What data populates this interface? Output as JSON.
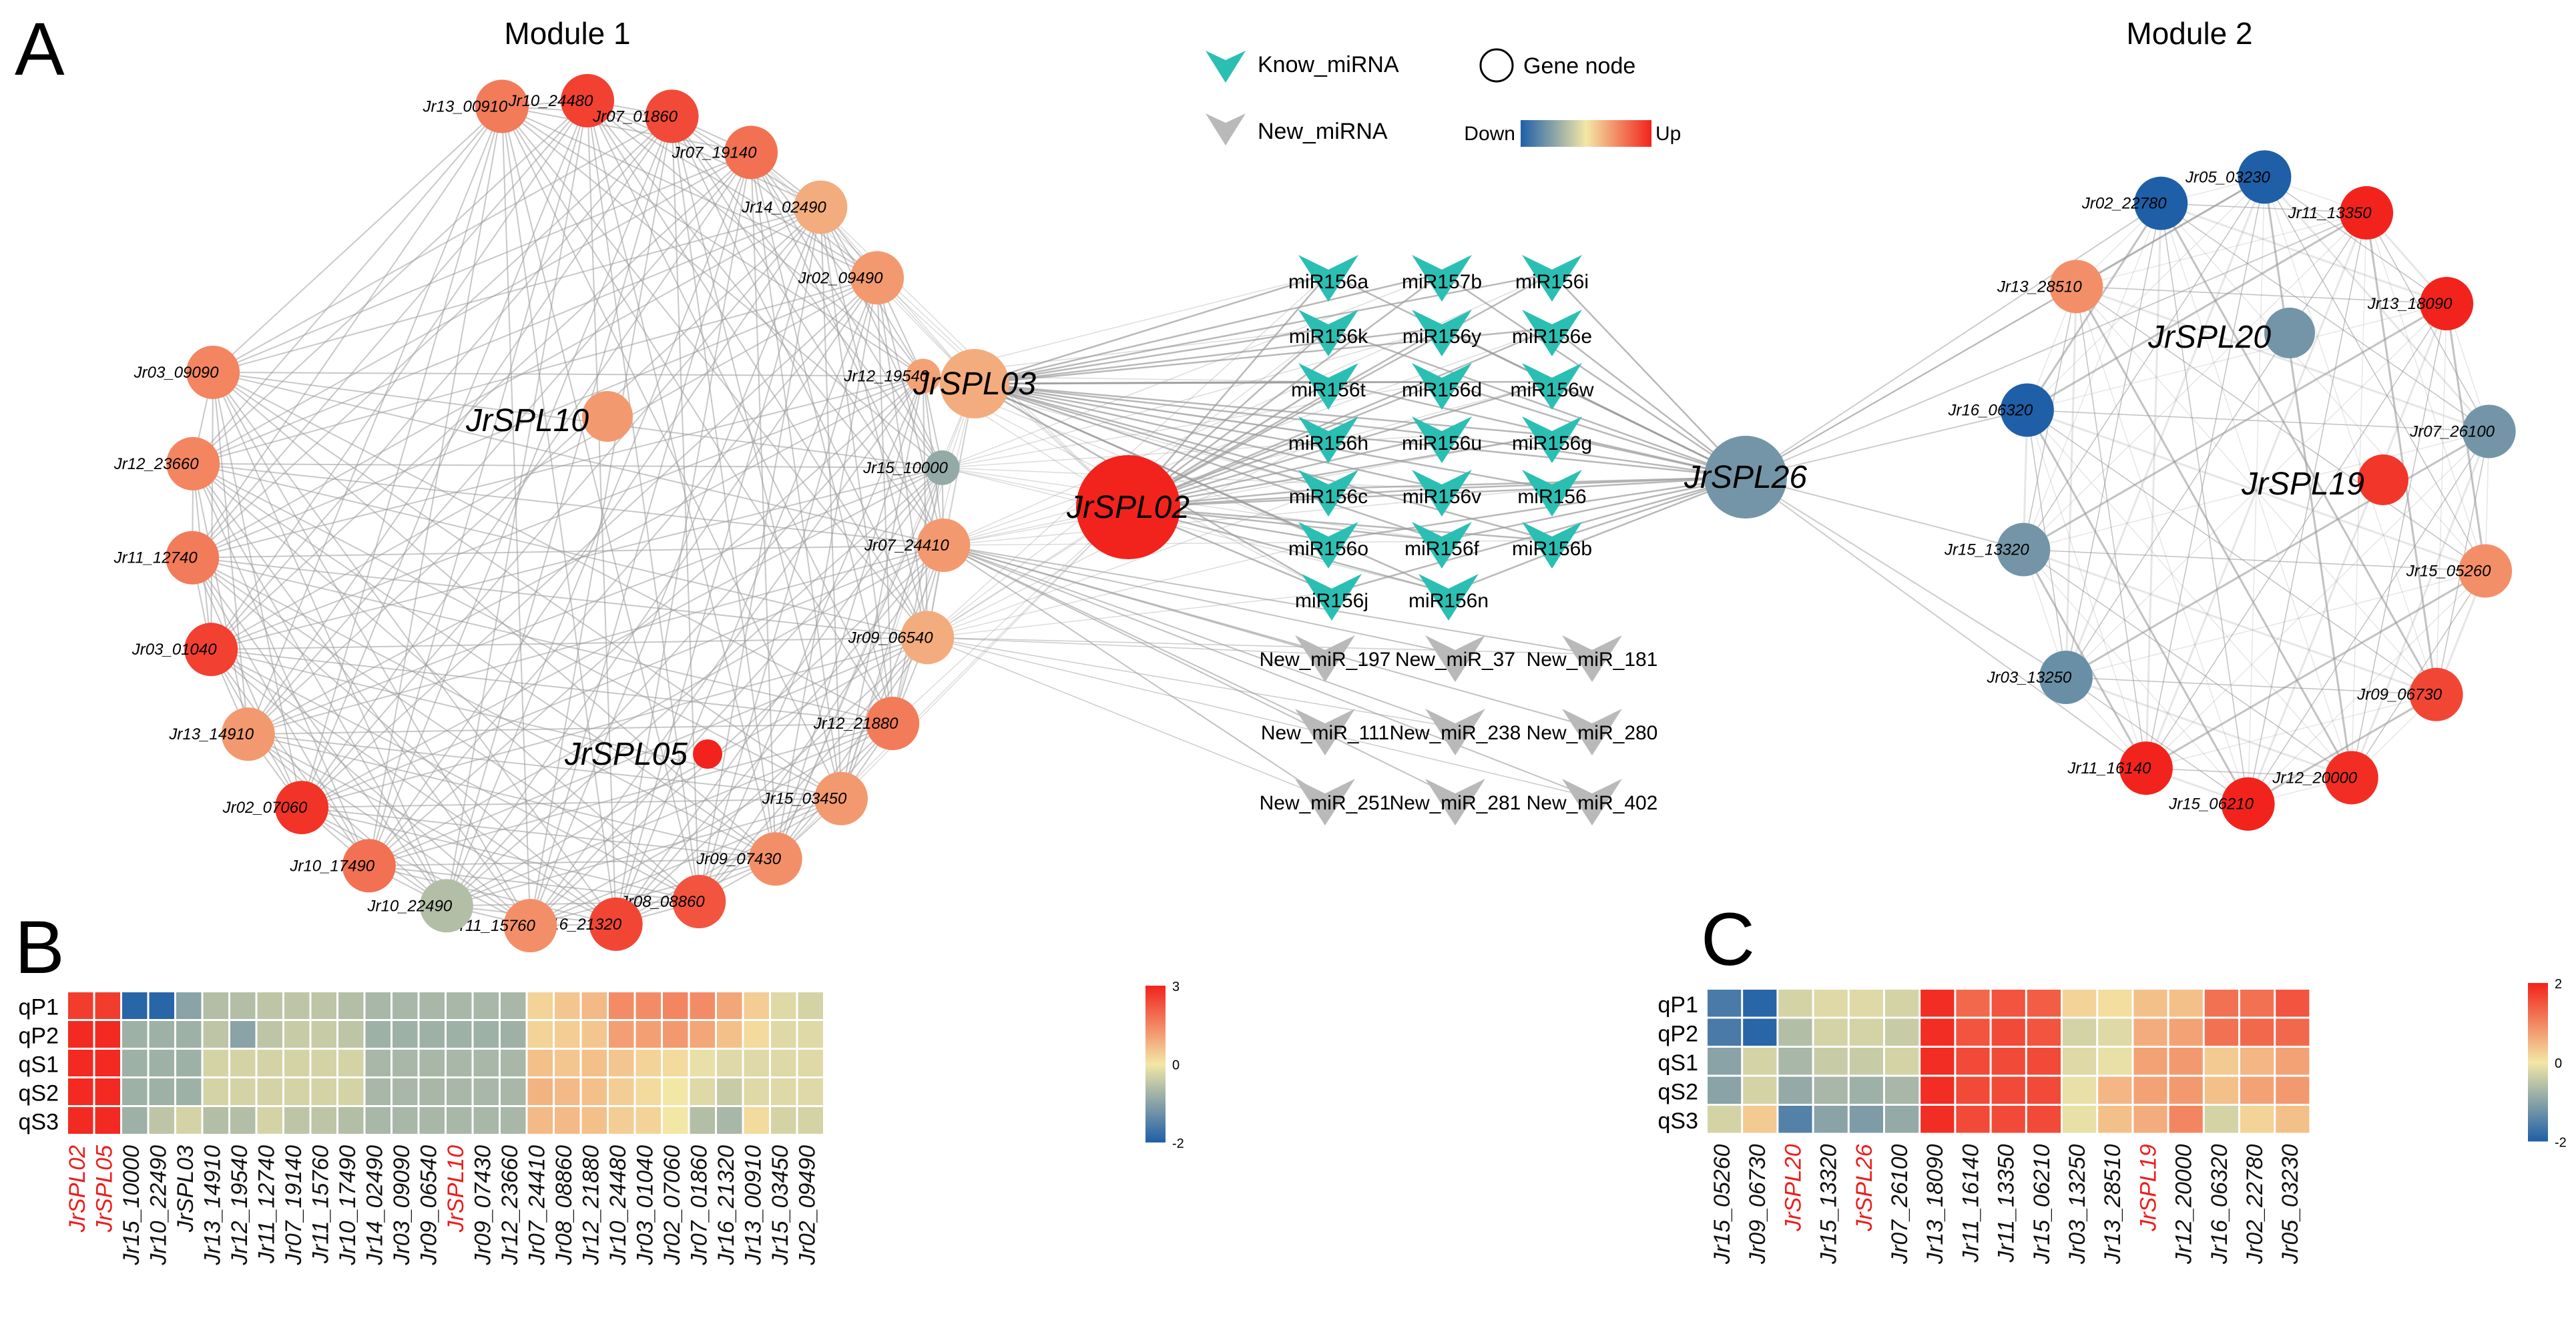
{
  "panels": {
    "a": "A",
    "b": "B",
    "c": "C"
  },
  "modules": {
    "m1": "Module 1",
    "m2": "Module 2"
  },
  "legend": {
    "known": "Know_miRNA",
    "new": "New_miRNA",
    "gene": "Gene node",
    "down": "Down",
    "up": "Up"
  },
  "colors": {
    "known": "#2bbfb3",
    "new": "#b9b9b9",
    "edge": "#9a9a9a",
    "down": "#1e5fa8",
    "mid": "#f3e7a6",
    "up": "#f2231c",
    "highlight": "#ee1c1c"
  },
  "module1_nodes": [
    {
      "id": "Jr13_00910",
      "v": 0.55
    },
    {
      "id": "Jr10_24480",
      "v": 0.85
    },
    {
      "id": "Jr07_01860",
      "v": 0.8
    },
    {
      "id": "Jr07_19140",
      "v": 0.6
    },
    {
      "id": "Jr14_02490",
      "v": 0.3
    },
    {
      "id": "Jr02_09490",
      "v": 0.4
    },
    {
      "id": "Jr12_19540",
      "v": 0.35
    },
    {
      "id": "Jr15_10000",
      "v": -0.45
    },
    {
      "id": "Jr07_24410",
      "v": 0.4
    },
    {
      "id": "Jr09_06540",
      "v": 0.3
    },
    {
      "id": "Jr12_21880",
      "v": 0.55
    },
    {
      "id": "Jr15_03450",
      "v": 0.4
    },
    {
      "id": "Jr09_07430",
      "v": 0.45
    },
    {
      "id": "Jr08_08860",
      "v": 0.75
    },
    {
      "id": "Jr16_21320",
      "v": 0.82
    },
    {
      "id": "Jr11_15760",
      "v": 0.45
    },
    {
      "id": "Jr10_22490",
      "v": -0.3
    },
    {
      "id": "Jr10_17490",
      "v": 0.6
    },
    {
      "id": "Jr02_07060",
      "v": 0.92
    },
    {
      "id": "Jr13_14910",
      "v": 0.4
    },
    {
      "id": "Jr03_01040",
      "v": 0.85
    },
    {
      "id": "Jr11_12740",
      "v": 0.55
    },
    {
      "id": "Jr12_23660",
      "v": 0.5
    },
    {
      "id": "Jr03_09090",
      "v": 0.5
    }
  ],
  "module1_spl": [
    {
      "pre": "Jr",
      "name": "SPL10",
      "v": 0.4
    },
    {
      "pre": "Jr",
      "name": "SPL05",
      "v": 1.0
    },
    {
      "pre": "Jr",
      "name": "SPL03",
      "v": 0.3
    },
    {
      "pre": "Jr",
      "name": "SPL02",
      "v": 1.0
    }
  ],
  "module2_nodes": [
    {
      "id": "Jr05_03230",
      "v": -1.0
    },
    {
      "id": "Jr11_13350",
      "v": 1.0
    },
    {
      "id": "Jr13_18090",
      "v": 1.0
    },
    {
      "id": "Jr07_26100",
      "v": -0.6
    },
    {
      "id": "Jr15_05260",
      "v": 0.45
    },
    {
      "id": "Jr09_06730",
      "v": 0.82
    },
    {
      "id": "Jr12_20000",
      "v": 0.95
    },
    {
      "id": "Jr15_06210",
      "v": 1.0
    },
    {
      "id": "Jr11_16140",
      "v": 1.0
    },
    {
      "id": "Jr03_13250",
      "v": -0.65
    },
    {
      "id": "Jr15_13320",
      "v": -0.6
    },
    {
      "id": "Jr16_06320",
      "v": -1.0
    },
    {
      "id": "Jr13_28510",
      "v": 0.45
    },
    {
      "id": "Jr02_22780",
      "v": -1.0
    }
  ],
  "module2_spl": [
    {
      "pre": "Jr",
      "name": "SPL20",
      "v": -0.6
    },
    {
      "pre": "Jr",
      "name": "SPL19",
      "v": 0.9
    },
    {
      "pre": "Jr",
      "name": "SPL26",
      "v": -0.6
    }
  ],
  "known_mirnas": [
    [
      "miR156a",
      "miR157b",
      "miR156i"
    ],
    [
      "miR156k",
      "miR156y",
      "miR156e"
    ],
    [
      "miR156t",
      "miR156d",
      "miR156w"
    ],
    [
      "miR156h",
      "miR156u",
      "miR156g"
    ],
    [
      "miR156c",
      "miR156v",
      "miR156"
    ],
    [
      "miR156o",
      "miR156f",
      "miR156b"
    ],
    [
      "miR156j",
      "miR156n"
    ]
  ],
  "new_mirnas": [
    [
      "New_miR_197",
      "New_miR_37",
      "New_miR_181"
    ],
    [
      "New_miR_111",
      "New_miR_238",
      "New_miR_280"
    ],
    [
      "New_miR_251",
      "New_miR_281",
      "New_miR_402"
    ]
  ],
  "heatmap_b": {
    "rows": [
      "qP1",
      "qP2",
      "qS1",
      "qS2",
      "qS3"
    ],
    "scale": {
      "max": "3",
      "mid": "0",
      "min": "-2"
    },
    "cols": [
      {
        "id": "JrSPL02",
        "hl": true
      },
      {
        "id": "JrSPL05",
        "hl": true
      },
      {
        "id": "Jr15_10000",
        "hl": false
      },
      {
        "id": "Jr10_22490",
        "hl": false
      },
      {
        "id": "JrSPL03",
        "hl": false
      },
      {
        "id": "Jr13_14910",
        "hl": false
      },
      {
        "id": "Jr12_19540",
        "hl": false
      },
      {
        "id": "Jr11_12740",
        "hl": false
      },
      {
        "id": "Jr07_19140",
        "hl": false
      },
      {
        "id": "Jr11_15760",
        "hl": false
      },
      {
        "id": "Jr10_17490",
        "hl": false
      },
      {
        "id": "Jr14_02490",
        "hl": false
      },
      {
        "id": "Jr03_09090",
        "hl": false
      },
      {
        "id": "Jr09_06540",
        "hl": false
      },
      {
        "id": "JrSPL10",
        "hl": true
      },
      {
        "id": "Jr09_07430",
        "hl": false
      },
      {
        "id": "Jr12_23660",
        "hl": false
      },
      {
        "id": "Jr07_24410",
        "hl": false
      },
      {
        "id": "Jr08_08860",
        "hl": false
      },
      {
        "id": "Jr12_21880",
        "hl": false
      },
      {
        "id": "Jr10_24480",
        "hl": false
      },
      {
        "id": "Jr03_01040",
        "hl": false
      },
      {
        "id": "Jr02_07060",
        "hl": false
      },
      {
        "id": "Jr07_01860",
        "hl": false
      },
      {
        "id": "Jr16_21320",
        "hl": false
      },
      {
        "id": "Jr13_00910",
        "hl": false
      },
      {
        "id": "Jr15_03450",
        "hl": false
      },
      {
        "id": "Jr02_09490",
        "hl": false
      }
    ],
    "values": [
      [
        2.6,
        2.6,
        -1.9,
        -1.9,
        -1.0,
        -0.6,
        -0.6,
        -0.5,
        -0.5,
        -0.5,
        -0.6,
        -0.7,
        -0.7,
        -0.7,
        -0.7,
        -0.7,
        -0.7,
        0.3,
        0.5,
        0.7,
        1.4,
        1.4,
        1.5,
        1.4,
        1.0,
        0.4,
        -0.2,
        -0.3
      ],
      [
        2.9,
        2.9,
        -0.8,
        -0.8,
        -0.8,
        -0.5,
        -1.0,
        -0.5,
        -0.4,
        -0.4,
        -0.5,
        -0.8,
        -0.8,
        -0.8,
        -0.8,
        -0.8,
        -0.8,
        0.3,
        0.4,
        0.5,
        1.1,
        1.1,
        1.2,
        1.0,
        0.6,
        0.2,
        -0.2,
        -0.2
      ],
      [
        2.9,
        2.9,
        -0.8,
        -0.8,
        -0.8,
        -0.3,
        -0.3,
        -0.3,
        -0.3,
        -0.3,
        -0.3,
        -0.7,
        -0.7,
        -0.7,
        -0.7,
        -0.7,
        -0.7,
        0.6,
        0.5,
        0.6,
        0.5,
        0.3,
        0.2,
        -0.1,
        -0.2,
        -0.2,
        -0.2,
        -0.2
      ],
      [
        2.9,
        2.9,
        -0.8,
        -0.8,
        -0.8,
        -0.3,
        -0.3,
        -0.3,
        -0.3,
        -0.3,
        -0.3,
        -0.7,
        -0.7,
        -0.7,
        -0.7,
        -0.7,
        -0.7,
        0.8,
        0.7,
        0.6,
        0.4,
        0.2,
        0.0,
        -0.2,
        -0.4,
        -0.2,
        -0.2,
        -0.2
      ],
      [
        2.9,
        2.9,
        -0.8,
        -0.5,
        -0.3,
        -0.6,
        -0.6,
        -0.3,
        -0.5,
        -0.5,
        -0.6,
        -0.7,
        -0.7,
        -0.7,
        -0.7,
        -0.7,
        -0.7,
        0.7,
        0.7,
        0.6,
        0.4,
        0.3,
        0.0,
        -0.6,
        -0.7,
        0.2,
        -0.3,
        -0.3
      ]
    ]
  },
  "heatmap_c": {
    "rows": [
      "qP1",
      "qP2",
      "qS1",
      "qS2",
      "qS3"
    ],
    "scale": {
      "max": "2",
      "mid": "0",
      "min": "-2"
    },
    "cols": [
      {
        "id": "Jr15_05260",
        "hl": false
      },
      {
        "id": "Jr09_06730",
        "hl": false
      },
      {
        "id": "JrSPL20",
        "hl": true
      },
      {
        "id": "Jr15_13320",
        "hl": false
      },
      {
        "id": "JrSPL26",
        "hl": true
      },
      {
        "id": "Jr07_26100",
        "hl": false
      },
      {
        "id": "Jr13_18090",
        "hl": false
      },
      {
        "id": "Jr11_16140",
        "hl": false
      },
      {
        "id": "Jr11_13350",
        "hl": false
      },
      {
        "id": "Jr15_06210",
        "hl": false
      },
      {
        "id": "Jr03_13250",
        "hl": false
      },
      {
        "id": "Jr13_28510",
        "hl": false
      },
      {
        "id": "JrSPL19",
        "hl": true
      },
      {
        "id": "Jr12_20000",
        "hl": false
      },
      {
        "id": "Jr16_06320",
        "hl": false
      },
      {
        "id": "Jr02_22780",
        "hl": false
      },
      {
        "id": "Jr05_03230",
        "hl": false
      }
    ],
    "values": [
      [
        -1.6,
        -1.9,
        -0.3,
        -0.2,
        -0.2,
        -0.3,
        1.9,
        1.3,
        1.5,
        1.4,
        0.2,
        0.1,
        0.4,
        0.4,
        1.2,
        1.2,
        1.5
      ],
      [
        -1.6,
        -1.9,
        -0.6,
        -0.3,
        -0.3,
        -0.4,
        1.9,
        1.5,
        1.6,
        1.5,
        -0.3,
        -0.2,
        0.6,
        0.7,
        1.2,
        1.3,
        1.3
      ],
      [
        -1.0,
        -0.3,
        -0.7,
        -0.4,
        -0.4,
        -0.3,
        1.9,
        1.6,
        1.6,
        1.6,
        -0.2,
        -0.1,
        0.7,
        0.8,
        0.3,
        0.5,
        0.7
      ],
      [
        -1.0,
        -0.3,
        -0.9,
        -0.7,
        -0.8,
        -0.7,
        1.9,
        1.6,
        1.6,
        1.6,
        -0.1,
        0.5,
        0.7,
        0.8,
        0.4,
        0.7,
        0.8
      ],
      [
        -0.3,
        0.3,
        -1.5,
        -1.0,
        -1.1,
        -0.9,
        1.9,
        1.6,
        1.6,
        1.6,
        -0.1,
        0.4,
        0.6,
        1.0,
        -0.3,
        0.2,
        0.4
      ]
    ]
  }
}
